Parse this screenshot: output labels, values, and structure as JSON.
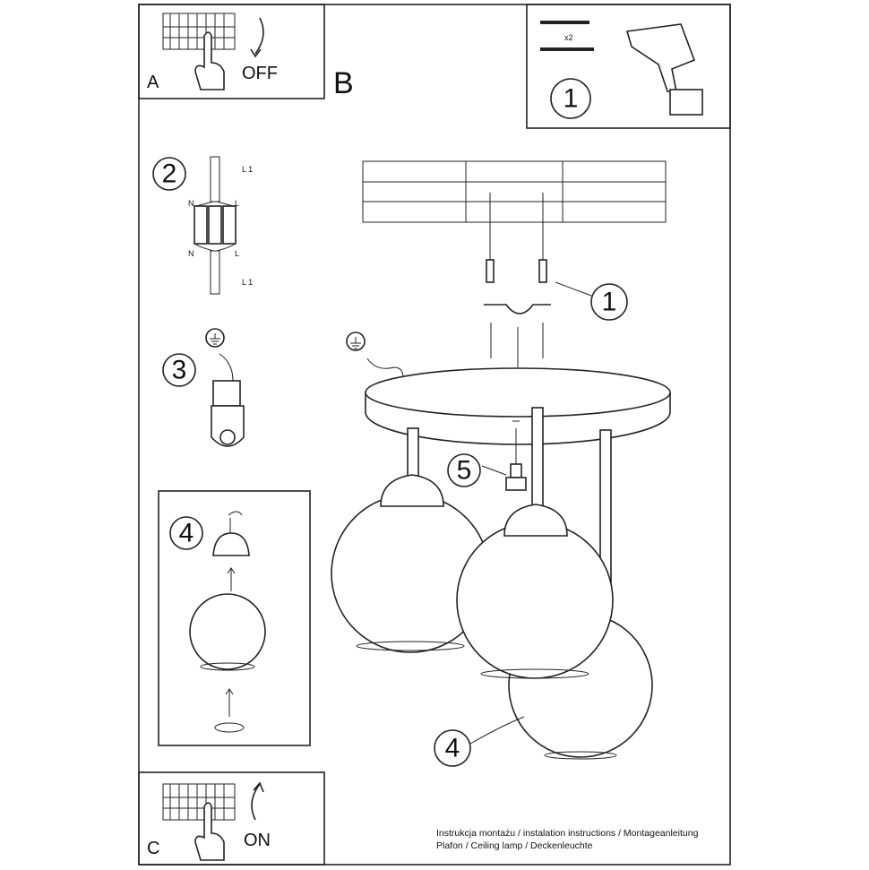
{
  "step_a": {
    "letter": "A",
    "action": "OFF"
  },
  "step_b": {
    "letter": "B"
  },
  "step_c": {
    "letter": "C",
    "action": "ON"
  },
  "tools": {
    "step": "1",
    "quantity": "x2"
  },
  "wiring": {
    "step": "2",
    "labels": {
      "l1_top": "L 1",
      "n_top": "N",
      "l_top": "L",
      "n_bottom": "N",
      "l_bottom": "L",
      "l1_bottom": "L 1"
    }
  },
  "ground": {
    "step": "3"
  },
  "shade": {
    "step": "4"
  },
  "main": {
    "bracket_step": "1",
    "bulb_step": "5",
    "shade_step": "4"
  },
  "footer": {
    "line1": "Instrukcja montażu / instalation instructions / Montageanleitung",
    "line2": "Plafon / Ceiling lamp / Deckenleuchte"
  }
}
